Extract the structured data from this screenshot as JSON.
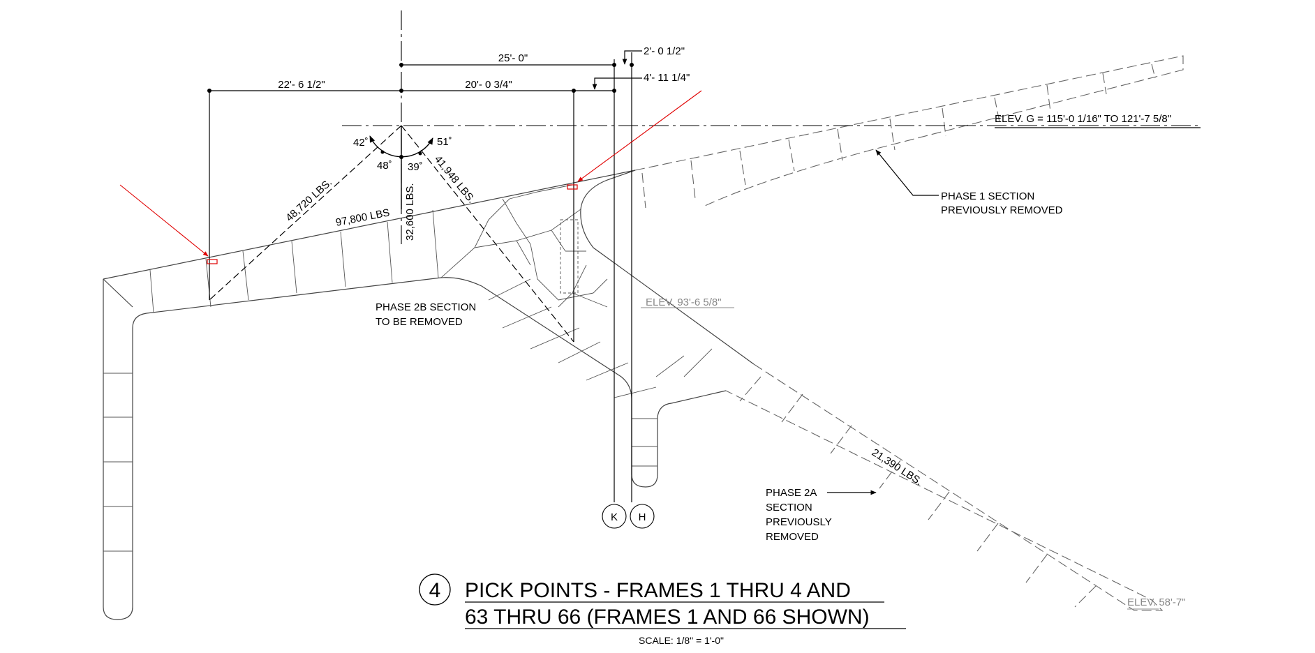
{
  "dimensions": {
    "d1": "25'- 0\"",
    "d2": "2'- 0 1/2\"",
    "d3": "22'- 6 1/2\"",
    "d4": "20'- 0 3/4\"",
    "d5": "4'- 11 1/4\""
  },
  "angles": {
    "a1": "42˚",
    "a2": "48˚",
    "a3": "39˚",
    "a4": "51˚"
  },
  "loads": {
    "left_sling": "48,720 LBS.",
    "center": "32,600 LBS.",
    "right_sling": "41,948 LBS.",
    "total": "97,800 LBS",
    "phase2a": "21,390 LBS."
  },
  "elevations": {
    "elev_g": "ELEV. G = 115'-0 1/16\" TO 121'-7 5/8\"",
    "elev_mid": "ELEV. 93'-6 5/8\"",
    "elev_low": "ELEV. 58'-7\""
  },
  "notes": {
    "phase1": [
      "PHASE 1 SECTION",
      "PREVIOUSLY REMOVED"
    ],
    "phase2b": [
      "PHASE 2B SECTION",
      "TO BE REMOVED"
    ],
    "phase2a": [
      "PHASE 2A",
      "SECTION",
      "PREVIOUSLY",
      "REMOVED"
    ]
  },
  "grid_labels": {
    "k": "K",
    "h": "H"
  },
  "title_block": {
    "number": "4",
    "line1": "PICK POINTS - FRAMES 1 THRU 4 AND",
    "line2": "63 THRU 66 (FRAMES 1 AND 66 SHOWN)",
    "scale": "SCALE: 1/8\" = 1'-0\""
  }
}
